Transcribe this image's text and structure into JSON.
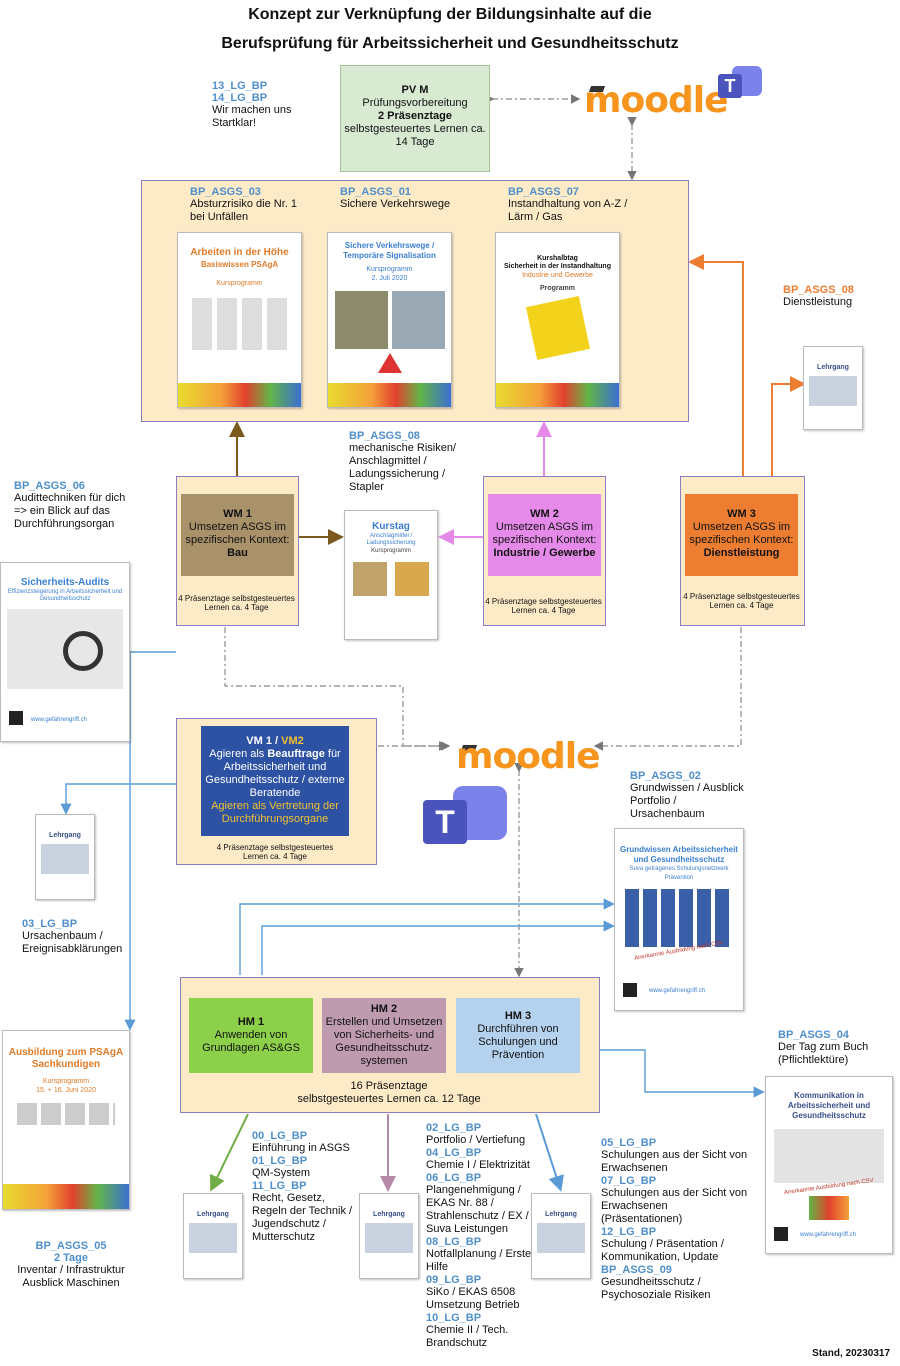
{
  "title_line1": "Konzept zur Verknüpfung der Bildungsinhalte auf die",
  "title_line2": "Berufsprüfung für Arbeitssicherheit und Gesundheitsschutz",
  "footer": "Stand, 20230317",
  "moodle_label": "moodle",
  "top_left": {
    "code1": "13_LG_BP",
    "code2": "14_LG_BP",
    "text": "Wir machen uns Startklar!"
  },
  "pvm": {
    "title": "PV M",
    "line1": "Prüfungsvorbereitung",
    "line2": "2 Präsenztage",
    "line3": "selbstgesteuertes Lernen ca. 14 Tage"
  },
  "panel_top": {
    "col1": {
      "code": "BP_ASGS_03",
      "text": "Absturzrisiko die Nr. 1 bei Unfällen"
    },
    "col2": {
      "code": "BP_ASGS_01",
      "text": "Sichere Verkehrswege"
    },
    "col3": {
      "code": "BP_ASGS_07",
      "text": "Instandhaltung von A-Z / Lärm / Gas"
    },
    "doc1": {
      "title": "Arbeiten in der Höhe",
      "subtitle": "Basiswissen PSAgA",
      "kicker": "Kursprogramm"
    },
    "doc2": {
      "title": "Sichere Verkehrswege / Temporäre Signalisation",
      "kicker": "Kursprogramm",
      "date": "2. Juli 2020"
    },
    "doc3": {
      "title": "Kurshalbtag",
      "subtitle": "Sicherheit in der Instandhaltung",
      "kicker": "Industrie und Gewerbe",
      "extra": "Programm"
    }
  },
  "right_top": {
    "code": "BP_ASGS_08",
    "text": "Dienstleistung"
  },
  "mid_left": {
    "code": "BP_ASGS_06",
    "text": "Audittechniken für dich => ein Blick auf das Durchführungsorgan"
  },
  "mid_center": {
    "code": "BP_ASGS_08",
    "text": "mechanische Risiken/ Anschlagmittel / Ladungssicherung / Stapler"
  },
  "kurstag_doc": {
    "title": "Kurstag",
    "subtitle": "Anschlagmittel / Ladungssicherung",
    "kicker": "Kursprogramm"
  },
  "wm1": {
    "title": "WM 1",
    "line": "Umsetzen ASGS im spezifischen Kontext:",
    "bold": "Bau",
    "note": "4 Präsenztage selbstgesteuertes Lernen ca. 4 Tage",
    "color": "#a9916a"
  },
  "wm2": {
    "title": "WM 2",
    "line": "Umsetzen ASGS im spezifischen Kontext:",
    "bold": "Industrie / Gewerbe",
    "note": "4 Präsenztage selbstgesteuertes Lernen ca. 4 Tage",
    "color": "#e58ae8"
  },
  "wm3": {
    "title": "WM 3",
    "line": "Umsetzen ASGS im spezifischen Kontext:",
    "bold": "Dienstleistung",
    "note": "4 Präsenztage selbstgesteuertes Lernen ca. 4 Tage",
    "color": "#ed7d31"
  },
  "audit_doc": {
    "title": "Sicherheits-Audits",
    "subtitle": "Effizienzsteigerung in Arbeitssicherheit und Gesundheitsschutz",
    "url": "www.gefahrengriff.ch"
  },
  "vm": {
    "title1": "VM 1 / ",
    "title2": "VM2",
    "line1": "Agieren als ",
    "bold": "Beauftrage",
    "line1b": " für Arbeitssicherheit und Gesundheitsschutz / externe Beratende",
    "yellow": "Agieren als Vertretung der Durchführungsorgane",
    "note": "4 Präsenztage selbstgesteuertes Lernen ca. 4 Tage"
  },
  "lehrgang_label": "Lehrgang",
  "lg03": {
    "code": "03_LG_BP",
    "text": "Ursachenbaum / Ereignisabklärungen"
  },
  "asgs02": {
    "code": "BP_ASGS_02",
    "text": "Grundwissen / Ausblick Portfolio / Ursachenbaum"
  },
  "grund_doc": {
    "title": "Grundwissen Arbeitssicherheit und Gesundheitsschutz",
    "subtitle": "Suva getragenes Schulungsnetzwerk Prävention",
    "stamp": "Anerkannte Ausbildung nach CSV",
    "url": "www.gefahrengriff.ch"
  },
  "hm1": {
    "title": "HM 1",
    "text": "Anwenden von Grundlagen AS&GS",
    "color": "#8dd14a"
  },
  "hm2": {
    "title": "HM 2",
    "text": "Erstellen und Umsetzen von Sicherheits- und Gesundheitsschutz-systemen",
    "color": "#bf9bb0"
  },
  "hm3": {
    "title": "HM 3",
    "text": "Durchführen von Schulungen und Prävention",
    "color": "#b4d1ee"
  },
  "hm_note": {
    "line1": "16 Präsenztage",
    "line2": "selbstgesteuertes Lernen ca. 12 Tage"
  },
  "asgs04": {
    "code": "BP_ASGS_04",
    "text": "Der Tag zum Buch (Pflichtlektüre)"
  },
  "komm_doc": {
    "title": "Kommunikation in Arbeitssicherheit und Gesundheitsschutz",
    "stamp": "Anerkannte Ausbildung nach CSV",
    "url": "www.gefahrengriff.ch"
  },
  "psaga_doc": {
    "title": "Ausbildung zum PSAgA Sachkundigen",
    "kicker": "Kursprogramm",
    "date": "15. + 16. Juni 2020"
  },
  "asgs05": {
    "code": "BP_ASGS_05",
    "code2": "2 Tage",
    "text": "Inventar / Infrastruktur Ausblick Maschinen"
  },
  "list_a": [
    {
      "code": "00_LG_BP",
      "text": "Einführung in ASGS"
    },
    {
      "code": "01_LG_BP",
      "text": "QM-System"
    },
    {
      "code": "11_LG_BP",
      "text": "Recht, Gesetz, Regeln der Technik / Jugendschutz / Mutterschutz"
    }
  ],
  "list_b": [
    {
      "code": "02_LG_BP",
      "text": "Portfolio / Vertiefung"
    },
    {
      "code": "04_LG_BP",
      "text": "Chemie I / Elektrizität"
    },
    {
      "code": "06_LG_BP",
      "text": "Plangenehmigung / EKAS Nr. 88 / Strahlenschutz / EX / Suva Leistungen"
    },
    {
      "code": "08_LG_BP",
      "text": "Notfallplanung / Erste Hilfe"
    },
    {
      "code": "09_LG_BP",
      "text": "SiKo / EKAS 6508 Umsetzung Betrieb"
    },
    {
      "code": "10_LG_BP",
      "text": "Chemie II / Tech. Brandschutz"
    }
  ],
  "list_c": [
    {
      "code": "05_LG_BP",
      "text": "Schulungen aus der Sicht von Erwachsenen"
    },
    {
      "code": "07_LG_BP",
      "text": "Schulungen aus der Sicht von Erwachsenen (Präsentationen)"
    },
    {
      "code": "12_LG_BP",
      "text": "Schulung / Präsentation / Kommunikation, Update"
    },
    {
      "code": "BP_ASGS_09",
      "text": "Gesundheitsschutz / Psychosoziale Risiken"
    }
  ]
}
